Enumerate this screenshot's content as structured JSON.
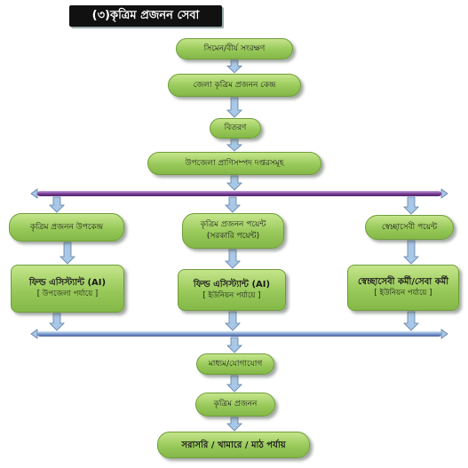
{
  "title": "(৩)কৃত্রিম প্রজনন সেবা",
  "nodes": {
    "semen": "সিমেন/বীর্য সংরক্ষণ",
    "district_center": "জেলা কৃত্রিম প্রজনন কেন্দ্র",
    "distribution": "বিতরণ",
    "upazila_office": "উপজেলা প্রাণিসম্পদ দপ্তরসমূহ",
    "sub_center": "কৃত্রিম প্রজনন উপকেন্দ্র",
    "point_govt": {
      "line1": "কৃত্রিম প্রজনন পয়েন্ট",
      "line2": "(সরকারি পয়েন্ট)"
    },
    "volunteer_point": "স্বেচ্ছাসেবী পয়েন্ট",
    "ai_upazila": {
      "line1": "ফিল্ড এসিস্ট্যান্ট (AI)",
      "line2": "[ উপজেলা পর্যায়ে ]"
    },
    "ai_union": {
      "line1": "ফিল্ড এসিস্ট্যান্ট (AI)",
      "line2": "[ ইউনিয়ন পর্যায়ে ]"
    },
    "volunteer_worker": {
      "line1": "স্বেচ্ছাসেবী কর্মী/সেবা কর্মী",
      "line2": "[ ইউনিয়ন পর্যায়ে ]"
    },
    "medium": "মাধ্যম/যোগাযোগ",
    "ai": "কৃত্রিম প্রজনন",
    "direct": "সরাসরি / খামারে / মাঠ পর্যায়"
  },
  "colors": {
    "node_fill": "#98c95a",
    "node_border": "#6f9d3a",
    "arrow_fill": "#a9c7e6",
    "arrow_border": "#5b7fa6",
    "divider": "#7b3f98",
    "title_bg": "#111111"
  }
}
